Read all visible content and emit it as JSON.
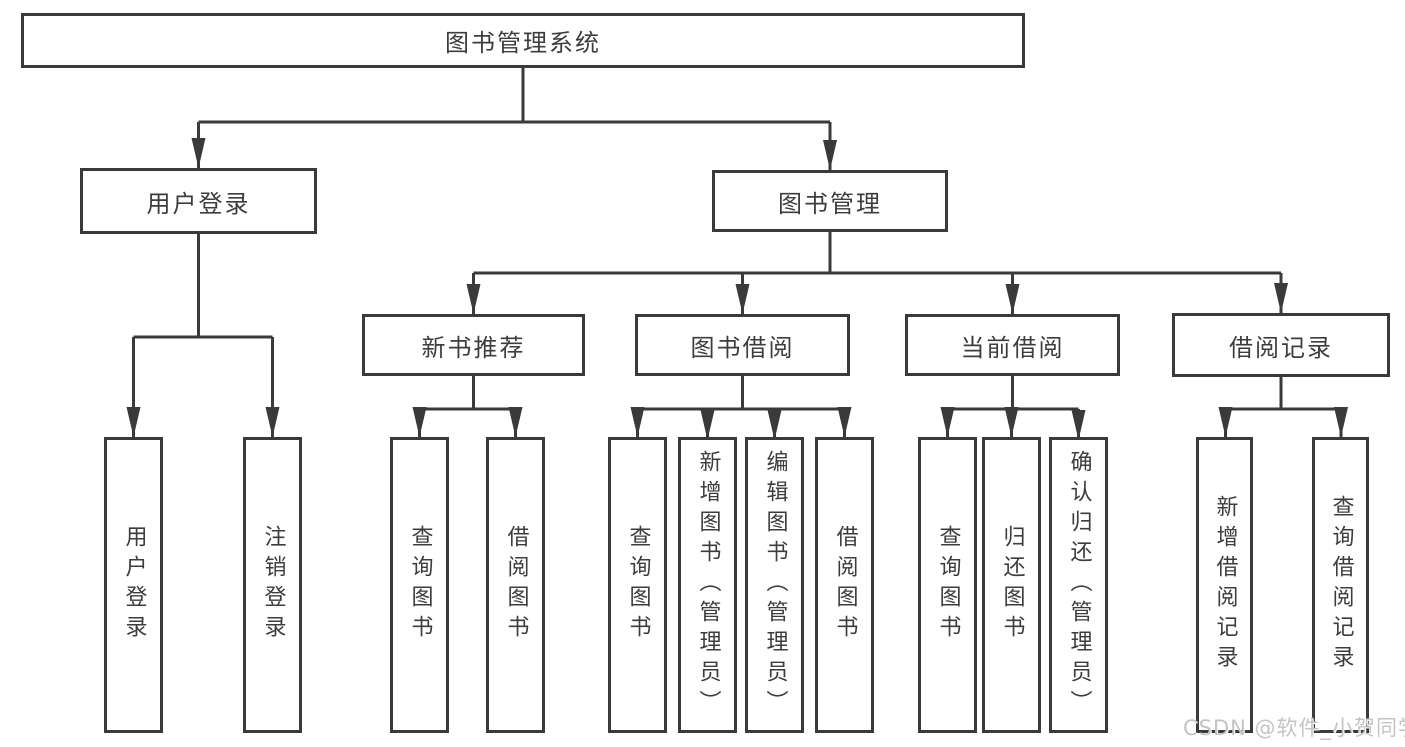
{
  "tree": {
    "root": {
      "label": "图书管理系统"
    },
    "children": [
      {
        "label": "用户登录",
        "children": [
          {
            "label": "用户登录"
          },
          {
            "label": "注销登录"
          }
        ]
      },
      {
        "label": "图书管理",
        "children": [
          {
            "label": "新书推荐",
            "children": [
              {
                "label": "查询图书"
              },
              {
                "label": "借阅图书"
              }
            ]
          },
          {
            "label": "图书借阅",
            "children": [
              {
                "label": "查询图书"
              },
              {
                "label": "新增图书（管理员）"
              },
              {
                "label": "编辑图书（管理员）"
              },
              {
                "label": "借阅图书"
              }
            ]
          },
          {
            "label": "当前借阅",
            "children": [
              {
                "label": "查询图书"
              },
              {
                "label": "归还图书"
              },
              {
                "label": "确认归还（管理员）"
              }
            ]
          },
          {
            "label": "借阅记录",
            "children": [
              {
                "label": "新增借阅记录"
              },
              {
                "label": "查询借阅记录"
              }
            ]
          }
        ]
      }
    ]
  },
  "watermark": {
    "text": "CSDN @软件_小贺同学"
  },
  "colors": {
    "line": "#3a3a3a",
    "text": "#3d3d3d",
    "watermark": "#c4c4c4",
    "background": "#ffffff"
  }
}
